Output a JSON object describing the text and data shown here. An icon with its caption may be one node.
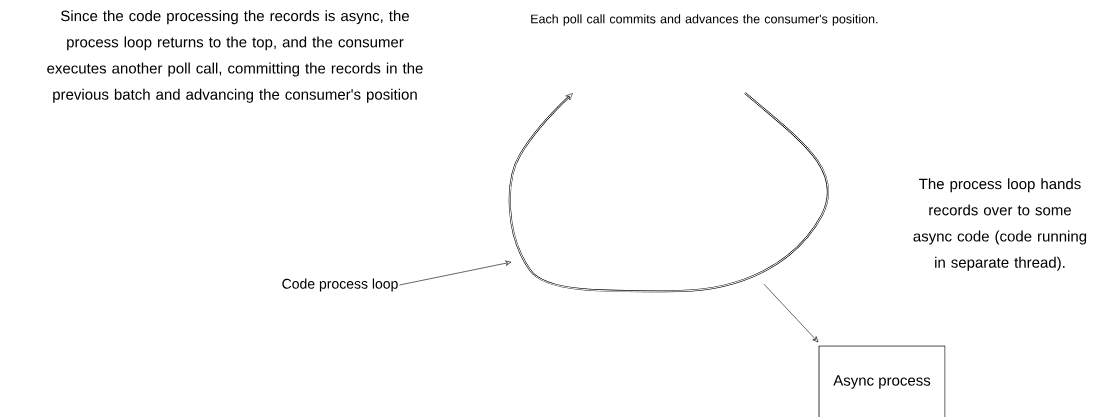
{
  "diagram": {
    "nodes": [
      {
        "text": [
          "Code process loop"
        ]
      },
      {
        "text": [],
        "shape": "loop"
      },
      {
        "text": [
          "Async process"
        ]
      }
    ],
    "edges": [
      {
        "from": 0,
        "to": 1,
        "arrow": "to"
      },
      {
        "from": 1,
        "to": 2,
        "arrow": "to"
      }
    ],
    "labels": [
      "Since the code processing the records is async, the process loop returns to the top, and the consumer executes another poll call, committing the records in the previous batch and advancing the consumer's position",
      "Each poll call commits and advances the consumer's position.",
      "The process loop hands records over to some async code (code running in separate thread)."
    ]
  }
}
